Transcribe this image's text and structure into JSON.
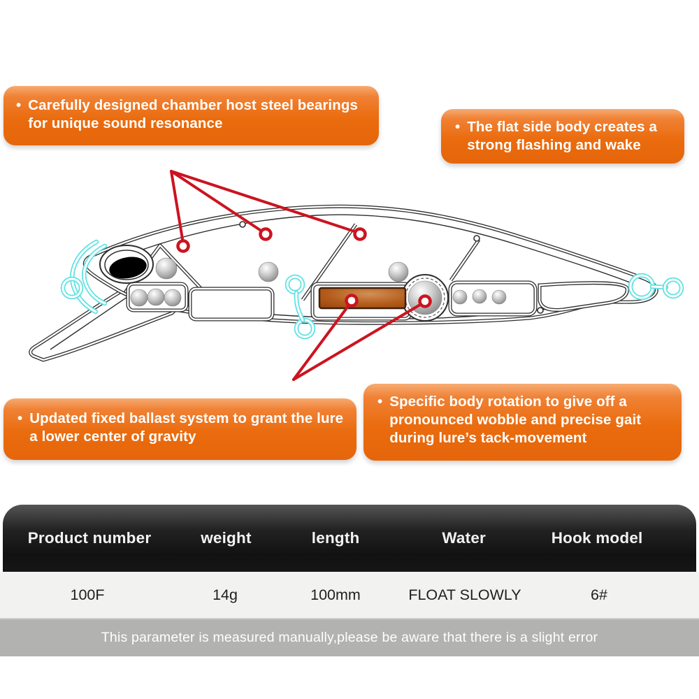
{
  "colors": {
    "callout_orange": "#EA6C0E",
    "callout_orange_light": "#F6AB72",
    "annotation_red": "#CB1420",
    "hardware_cyan": "#5FE2E2",
    "ballast_copper": "#B15A1A",
    "table_header_bg": "#1b1b1b",
    "table_row_bg": "#f2f2f1",
    "footer_bg": "#b2b2b1"
  },
  "callouts": {
    "bullet": "•",
    "top_left": "Carefully designed chamber host steel bearings for unique sound resonance",
    "top_right": "The flat side body creates a strong flashing and wake",
    "bottom_left": "Updated fixed ballast system to grant the lure a lower center of gravity",
    "bottom_right": "Specific body rotation to give off a pronounced wobble and precise gait during lure’s tack-movement"
  },
  "table": {
    "headers": [
      "Product number",
      "weight",
      "length",
      "Water",
      "Hook model"
    ],
    "row": [
      "100F",
      "14g",
      "100mm",
      "FLOAT SLOWLY",
      "6#"
    ]
  },
  "footer_note": "This parameter is measured manually,please be aware that there is a slight error",
  "diagram": {
    "parts": [
      "nose-line-tie",
      "diving-lip",
      "eye",
      "steel-bearings",
      "fixed-ballast-weight",
      "belly-hook-hanger",
      "tail-hook-hanger",
      "annotation-markers"
    ]
  }
}
